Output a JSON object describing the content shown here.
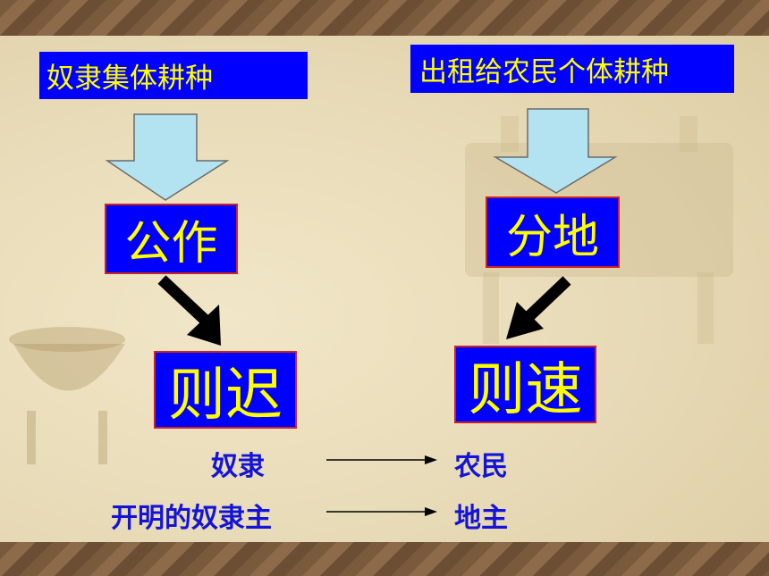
{
  "boxes": {
    "top_left": "奴隶集体耕种",
    "top_right": "出租给农民个体耕种",
    "mid_left": "公作",
    "mid_right": "分地",
    "bottom_left": "则迟",
    "bottom_right": "则速"
  },
  "transitions": [
    {
      "from": "奴隶",
      "to": "农民"
    },
    {
      "from": "开明的奴隶主",
      "to": "地主"
    }
  ],
  "colors": {
    "box_fill": "#0000ff",
    "box_text": "#ffff00",
    "box_border": "#cc2222",
    "caption_text": "#1414d8",
    "down_arrow": "#b3e3f0"
  }
}
